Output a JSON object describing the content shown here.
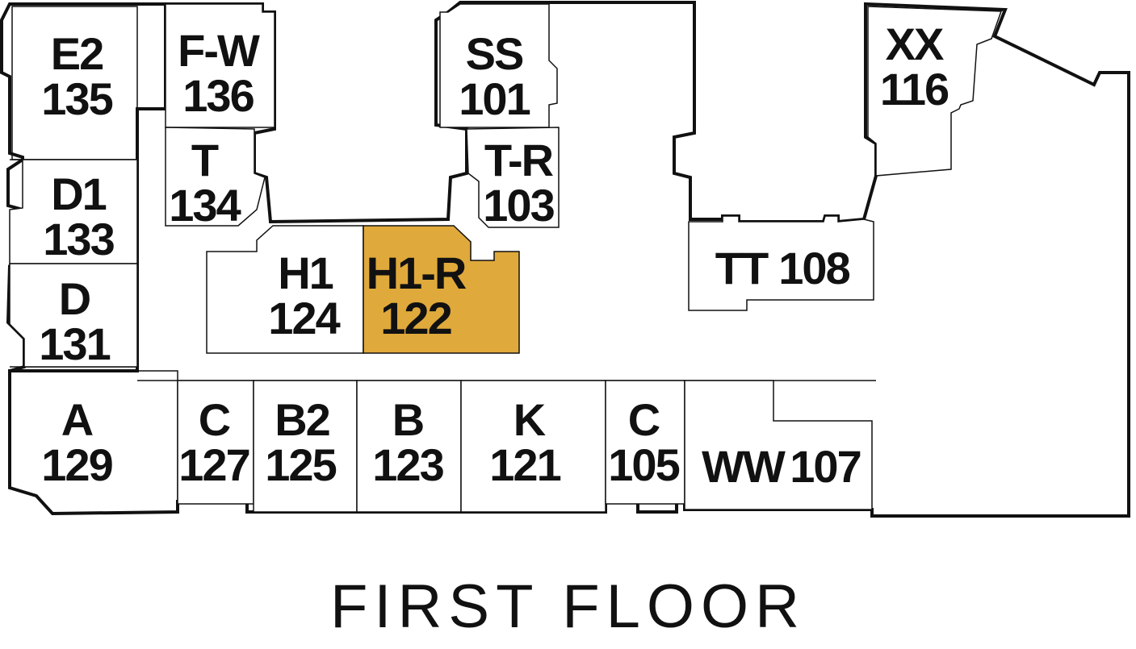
{
  "floor_title": "FIRST FLOOR",
  "highlight_color": "#e0a93b",
  "selected_unit": "H1-R 122",
  "units": {
    "e2": {
      "code": "E2",
      "number": "135"
    },
    "fw": {
      "code": "F-W",
      "number": "136"
    },
    "t": {
      "code": "T",
      "number": "134"
    },
    "d1": {
      "code": "D1",
      "number": "133"
    },
    "d": {
      "code": "D",
      "number": "131"
    },
    "ss": {
      "code": "SS",
      "number": "101"
    },
    "tr": {
      "code": "T-R",
      "number": "103"
    },
    "h1": {
      "code": "H1",
      "number": "124"
    },
    "h1r": {
      "code": "H1-R",
      "number": "122"
    },
    "xx": {
      "code": "XX",
      "number": "116"
    },
    "tt": {
      "code": "TT",
      "number": "108"
    },
    "a": {
      "code": "A",
      "number": "129"
    },
    "c127": {
      "code": "C",
      "number": "127"
    },
    "b2": {
      "code": "B2",
      "number": "125"
    },
    "b": {
      "code": "B",
      "number": "123"
    },
    "k": {
      "code": "K",
      "number": "121"
    },
    "c105": {
      "code": "C",
      "number": "105"
    },
    "ww": {
      "code": "WW",
      "number": "107"
    }
  }
}
